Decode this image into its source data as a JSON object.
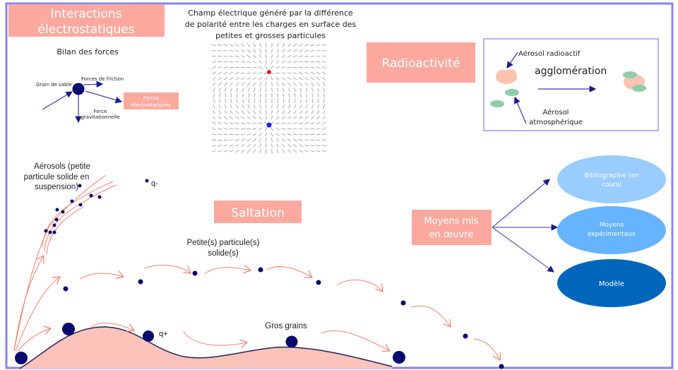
{
  "colors": {
    "frame": "#8585f2",
    "salmon": "#fba99f",
    "arrow_salmon": "#f4806e",
    "particle": "#0a0a6e",
    "ground": "#fcc3bb",
    "navy_arrow": "#3b3bb0",
    "ellipse1": "#99ccff",
    "ellipse2": "#66b3ff",
    "ellipse3": "#0066bb",
    "cloud_pink": "#fbc3b0",
    "cloud_green": "#8fcca8",
    "charge_positive": "#e02020",
    "charge_negative": "#1a1aee"
  },
  "electrostatics": {
    "title_line1": "Interactions",
    "title_line2": "électrostatiques",
    "forces_title": "Bilan des forces",
    "grain_label": "Grain de sable",
    "friction_label": "Forces de friction",
    "electro_label_line1": "Forces",
    "electro_label_line2": "électrostatiques",
    "gravity_label_line1": "Force",
    "gravity_label_line2": "gravitationnelle"
  },
  "field": {
    "title_line1": "Champ électrique généré par la différence",
    "title_line2": "de polarité entre les charges en surface des",
    "title_line3": "petites et grosses particules"
  },
  "radioactivity": {
    "title": "Radioactivité",
    "radioactive_aerosol": "Aérosol radioactif",
    "agglomeration": "agglomération",
    "atmospheric_line1": "Aérosol",
    "atmospheric_line2": "atmosphérique"
  },
  "saltation": {
    "title": "Saltation",
    "aerosols_line1": "Aérosols (petite",
    "aerosols_line2": "particule solide en",
    "aerosols_line3": "suspension)",
    "q_minus": "q-",
    "q_plus": "q+",
    "small_particles_line1": "Petite(s) particule(s)",
    "small_particles_line2": "solide(s)",
    "big_grains": "Gros grains"
  },
  "methods": {
    "title_line1": "Moyens mis",
    "title_line2": "en œuvre",
    "items": [
      {
        "line1": "Bibliographie (en",
        "line2": "cours)"
      },
      {
        "line1": "Moyens",
        "line2": "expérimentaux"
      },
      {
        "line1": "Modèle",
        "line2": ""
      }
    ]
  }
}
